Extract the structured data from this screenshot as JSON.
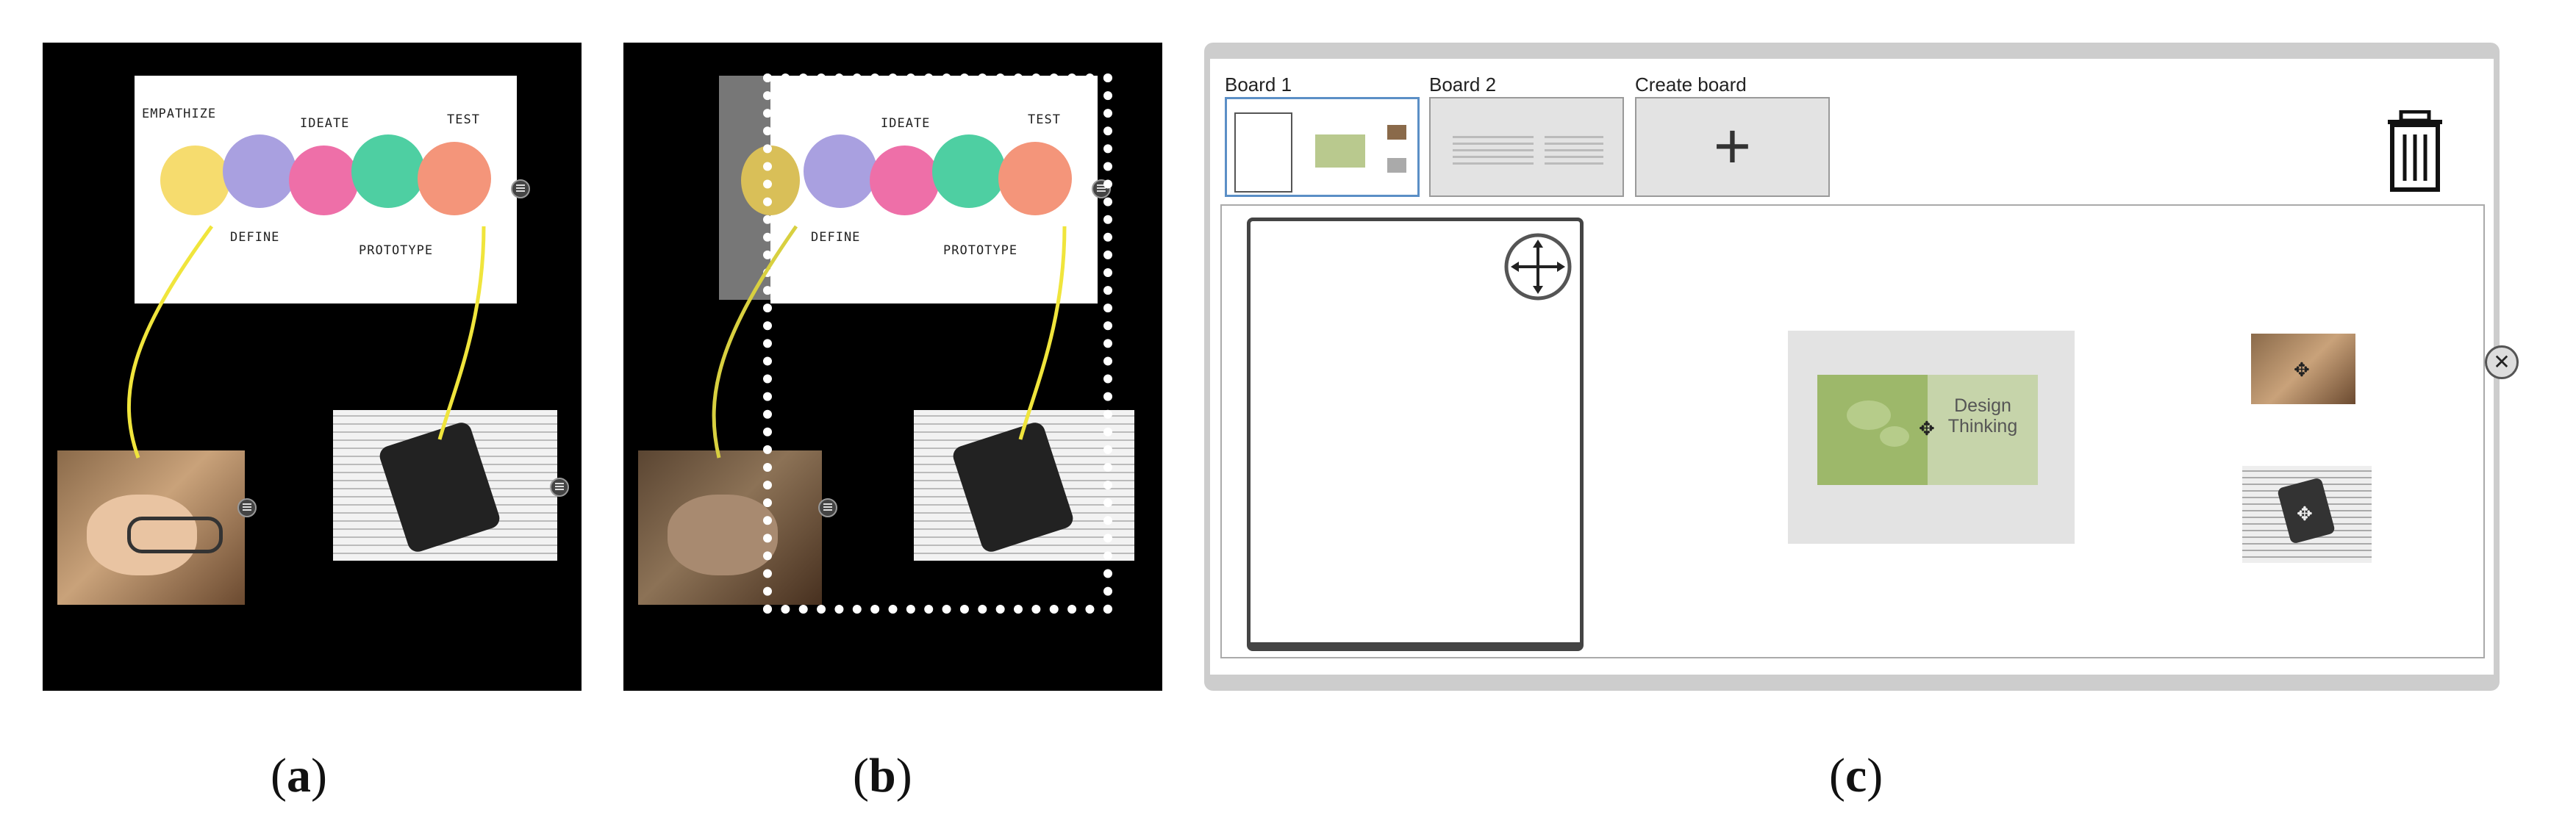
{
  "captions": {
    "a": "a",
    "b": "b",
    "c": "c"
  },
  "sketch_labels": {
    "empathize": "EMPATHIZE",
    "ideate": "IDEATE",
    "test": "TEST",
    "define": "DEFINE",
    "prototype": "PROTOTYPE"
  },
  "board_ui": {
    "tabs": [
      {
        "label": "Board 1"
      },
      {
        "label": "Board 2"
      },
      {
        "label": "Create board"
      }
    ],
    "create_symbol": "+",
    "close_symbol": "✕",
    "slide": {
      "title": "Design Thinking"
    }
  },
  "colors": {
    "empathize": "#f6dc6e",
    "define": "#a9a0e0",
    "ideate": "#ee6fa8",
    "prototype": "#4ecfa2",
    "test": "#f4957a",
    "arrow": "#f0e53c",
    "selection": "#5b8fc6",
    "slide_green": "#9db86a"
  }
}
